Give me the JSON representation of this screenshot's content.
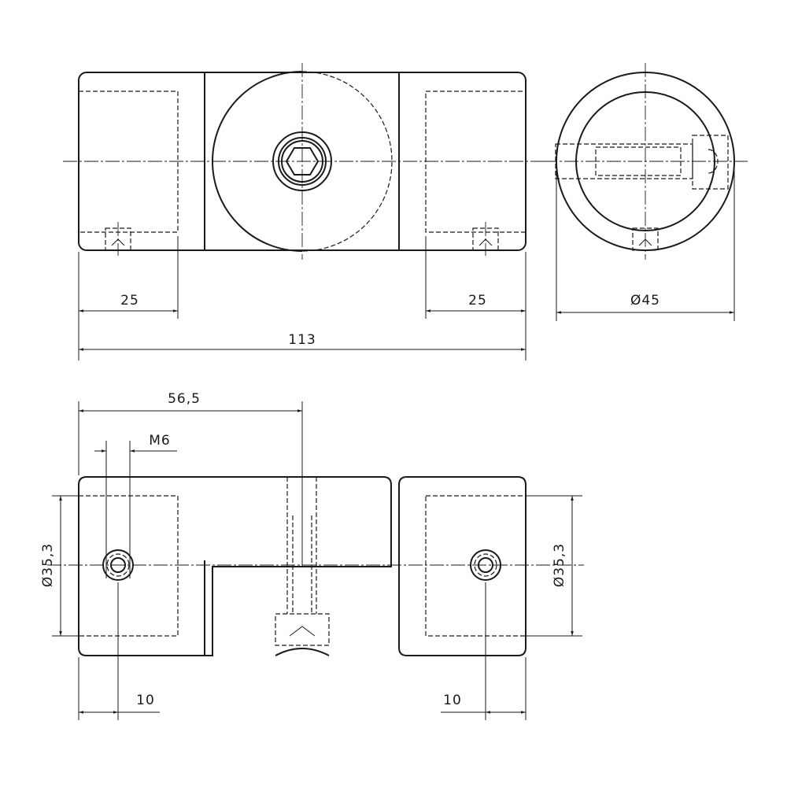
{
  "dimensions": {
    "top_left_width": "25",
    "top_right_width": "25",
    "overall_length": "113",
    "side_diameter": "Ø45",
    "half_length": "56,5",
    "thread": "M6",
    "left_bore": "Ø35,3",
    "right_bore": "Ø35,3",
    "left_offset": "10",
    "right_offset": "10"
  },
  "colors": {
    "line": "#1a1a1a",
    "background": "#ffffff"
  }
}
